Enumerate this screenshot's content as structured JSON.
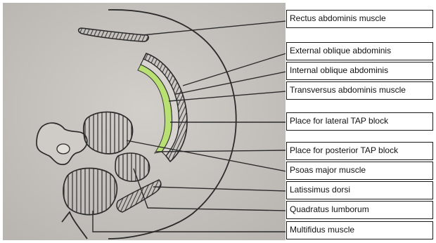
{
  "labels": [
    {
      "id": "rectus",
      "text": "Rectus abdominis muscle"
    },
    {
      "id": "external-oblique",
      "text": "External oblique abdominis"
    },
    {
      "id": "internal-oblique",
      "text": "Internal oblique abdominis"
    },
    {
      "id": "transversus",
      "text": "Transversus  abdominis muscle"
    },
    {
      "id": "lateral-tap",
      "text": "Place for lateral TAP block"
    },
    {
      "id": "posterior-tap",
      "text": "Place for posterior TAP block"
    },
    {
      "id": "psoas",
      "text": "Psoas major muscle"
    },
    {
      "id": "latissimus",
      "text": "Latissimus dorsi"
    },
    {
      "id": "quadratus",
      "text": "Quadratus lumborum"
    },
    {
      "id": "multifidus",
      "text": "Multifidus muscle"
    }
  ],
  "colors": {
    "paper": "#c9c6c2",
    "ink": "#2b2b2b",
    "tap_plane": "#b7e36a",
    "label_border": "#1a1a1a"
  }
}
